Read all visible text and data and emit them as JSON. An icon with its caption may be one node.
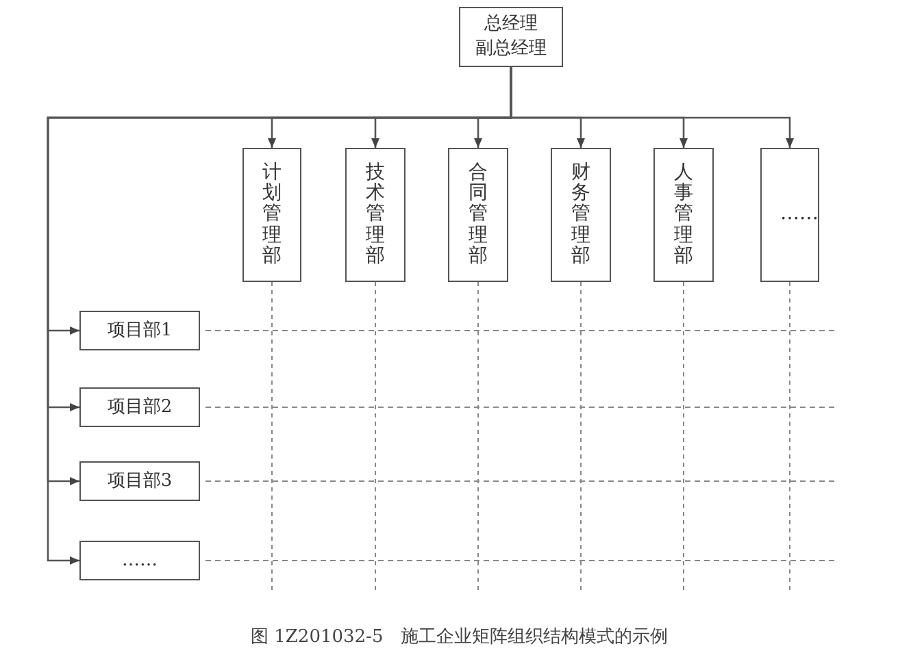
{
  "diagram": {
    "caption": "图 1Z201032-5　施工企业矩阵组织结构模式的示例",
    "nodes": [
      {
        "text": [
          "总经理",
          "副总经理"
        ]
      },
      {
        "text": [
          "计划管理部"
        ]
      },
      {
        "text": [
          "技术管理部"
        ]
      },
      {
        "text": [
          "合同管理部"
        ]
      },
      {
        "text": [
          "财务管理部"
        ]
      },
      {
        "text": [
          "人事管理部"
        ]
      },
      {
        "text": [
          "……"
        ]
      },
      {
        "text": [
          "项目部1"
        ]
      },
      {
        "text": [
          "项目部2"
        ]
      },
      {
        "text": [
          "项目部3"
        ]
      },
      {
        "text": [
          "……"
        ]
      }
    ],
    "edges": [
      {
        "from": 0,
        "to": 1,
        "arrow": "to"
      },
      {
        "from": 0,
        "to": 2,
        "arrow": "to"
      },
      {
        "from": 0,
        "to": 3,
        "arrow": "to"
      },
      {
        "from": 0,
        "to": 4,
        "arrow": "to"
      },
      {
        "from": 0,
        "to": 5,
        "arrow": "to"
      },
      {
        "from": 0,
        "to": 6,
        "arrow": "to"
      },
      {
        "from": 0,
        "to": 7,
        "arrow": "to"
      },
      {
        "from": 0,
        "to": 8,
        "arrow": "to"
      },
      {
        "from": 0,
        "to": 9,
        "arrow": "to"
      },
      {
        "from": 0,
        "to": 10,
        "arrow": "to"
      }
    ]
  }
}
